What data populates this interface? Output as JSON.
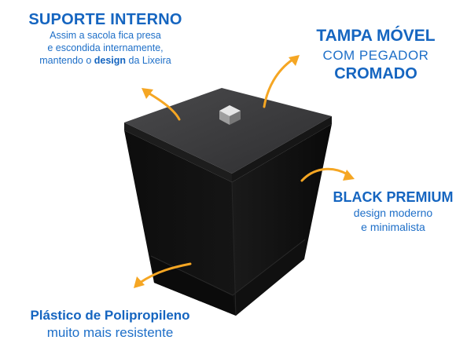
{
  "colors": {
    "text_blue": "#1565c0",
    "arrow_orange": "#f5a623",
    "product_black": "#111111",
    "lid_gray": "#3e3e40",
    "handle_chrome": "#c9c9c9"
  },
  "callouts": {
    "suporte": {
      "title": "SUPORTE INTERNO",
      "line1": "Assim a sacola fica presa",
      "line2": "e escondida internamente,",
      "line3_pre": "mantendo o ",
      "line3_bold": "design",
      "line3_post": " da Lixeira"
    },
    "tampa": {
      "line1": "TAMPA MÓVEL",
      "line2": "COM PEGADOR",
      "line3": "CROMADO"
    },
    "black": {
      "title": "BLACK PREMIUM",
      "line1": "design moderno",
      "line2": "e minimalista"
    },
    "plastico": {
      "title": "Plástico de Polipropileno",
      "line1": "muito mais resistente"
    }
  },
  "icons": [
    "arrow-icon"
  ]
}
